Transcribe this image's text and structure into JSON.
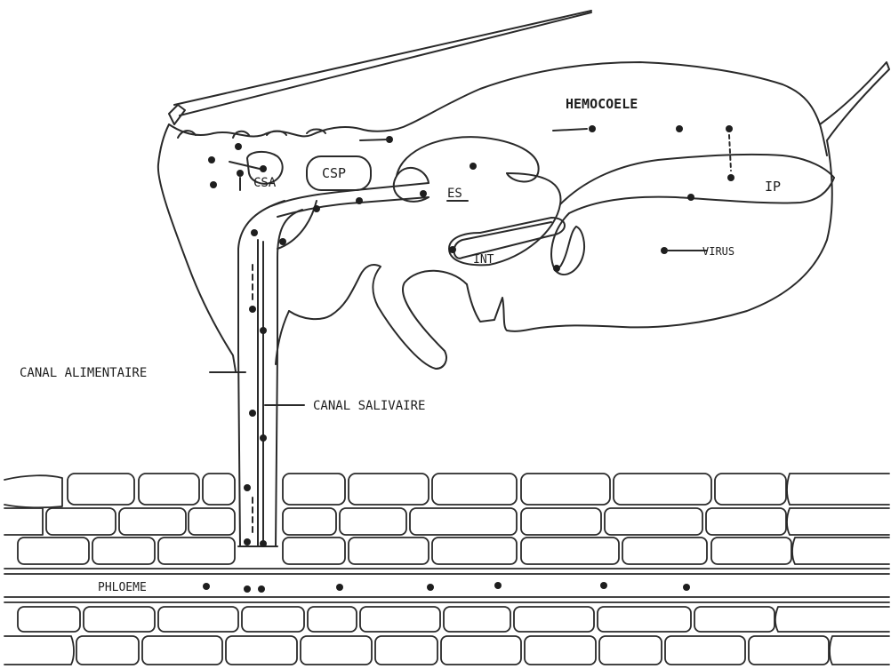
{
  "diagram": {
    "labels": {
      "hemocoele": "HEMOCOELE",
      "csa": "CSA",
      "csp": "CSP",
      "es": "ES",
      "ip": "IP",
      "int": "INT",
      "virus": "VIRUS",
      "canal_alimentaire": "CANAL ALIMENTAIRE",
      "canal_salivaire": "CANAL SALIVAIRE",
      "phloeme": "PHLOEME"
    }
  }
}
